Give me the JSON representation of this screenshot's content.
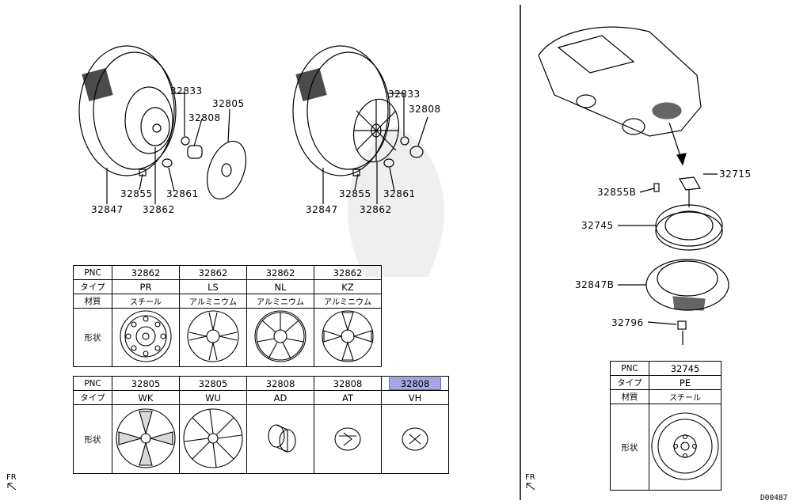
{
  "left_diagrams": {
    "steel": {
      "p1": "32833",
      "p2": "32808",
      "p3": "32805",
      "p4": "32855",
      "p5": "32861",
      "p6": "32847",
      "p7": "32862"
    },
    "alloy": {
      "p1": "32833",
      "p2": "32808",
      "p3": "32855",
      "p4": "32861",
      "p5": "32847",
      "p6": "32862"
    }
  },
  "right_diagram": {
    "labels": [
      "32715",
      "32855B",
      "32745",
      "32847B",
      "32796"
    ]
  },
  "table1": {
    "row_labels": {
      "pnc": "PNC",
      "type": "タイプ",
      "material": "材質",
      "shape": "形状"
    },
    "columns": [
      {
        "pnc": "32862",
        "type": "PR",
        "material": "スチール",
        "shape_icon": "steel-wheel-icon"
      },
      {
        "pnc": "32862",
        "type": "LS",
        "material": "アルミニウム",
        "shape_icon": "alloy-wheel-ls-icon"
      },
      {
        "pnc": "32862",
        "type": "NL",
        "material": "アルミニウム",
        "shape_icon": "alloy-wheel-nl-icon"
      },
      {
        "pnc": "32862",
        "type": "KZ",
        "material": "アルミニウム",
        "shape_icon": "alloy-wheel-kz-icon"
      }
    ]
  },
  "table2": {
    "row_labels": {
      "pnc": "PNC",
      "type": "タイプ",
      "shape": "形状"
    },
    "columns": [
      {
        "pnc": "32805",
        "type": "WK",
        "shape_icon": "wheel-cover-wk-icon"
      },
      {
        "pnc": "32805",
        "type": "WU",
        "shape_icon": "wheel-cover-wu-icon"
      },
      {
        "pnc": "32808",
        "type": "AD",
        "shape_icon": "center-cap-ad-icon"
      },
      {
        "pnc": "32808",
        "type": "AT",
        "shape_icon": "center-cap-at-icon"
      },
      {
        "pnc": "32808",
        "type": "VH",
        "shape_icon": "center-cap-vh-icon",
        "selected": true
      }
    ]
  },
  "table3": {
    "row_labels": {
      "pnc": "PNC",
      "type": "タイプ",
      "material": "材質",
      "shape": "形状"
    },
    "column": {
      "pnc": "32745",
      "type": "PE",
      "material": "スチール",
      "shape_icon": "spare-wheel-icon"
    }
  },
  "fr_label": "FR",
  "diagram_code": "D00487"
}
